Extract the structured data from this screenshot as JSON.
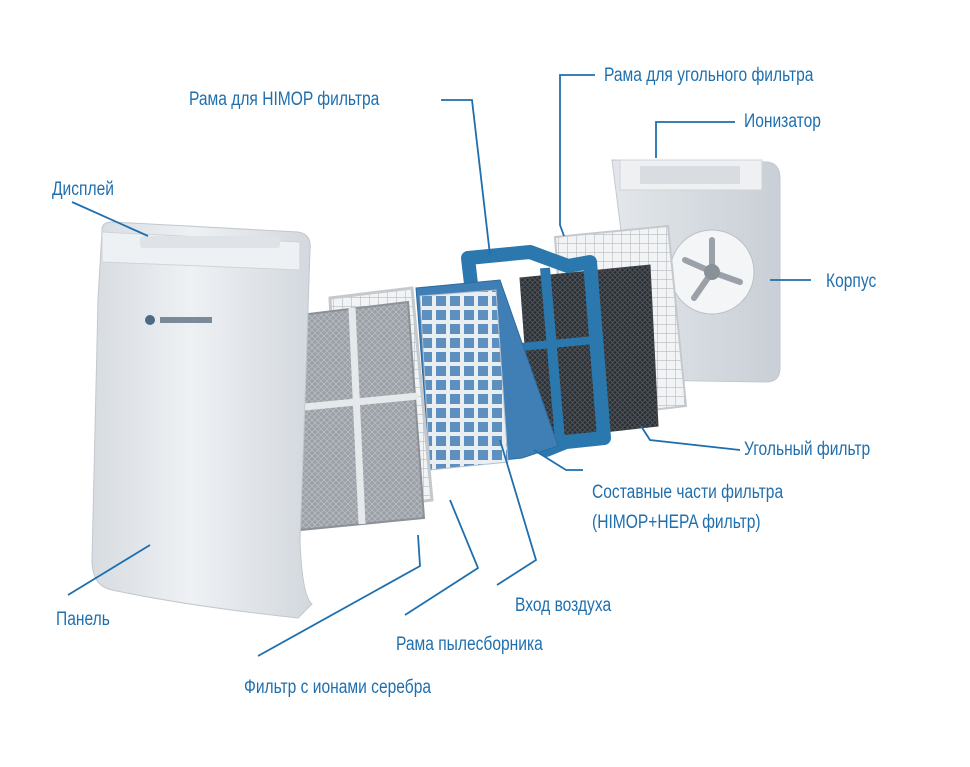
{
  "colors": {
    "label_text": "#1f6fae",
    "leader_line": "#1f6fae",
    "frame_blue": "#2a78ad"
  },
  "labels": {
    "display": "Дисплей",
    "panel": "Панель",
    "silver_filter": "Фильтр с ионами серебра",
    "dust_frame": "Рама пылесборника",
    "air_inlet": "Вход воздуха",
    "himop_frame": "Рама для HIMOP фильтра",
    "composite_line1": "Составные части фильтра",
    "composite_line2": "(HIMOP+HEPA фильтр)",
    "carbon_filter": "Угольный фильтр",
    "carbon_frame": "Рама для угольного фильтра",
    "ionizer": "Ионизатор",
    "housing": "Корпус"
  }
}
